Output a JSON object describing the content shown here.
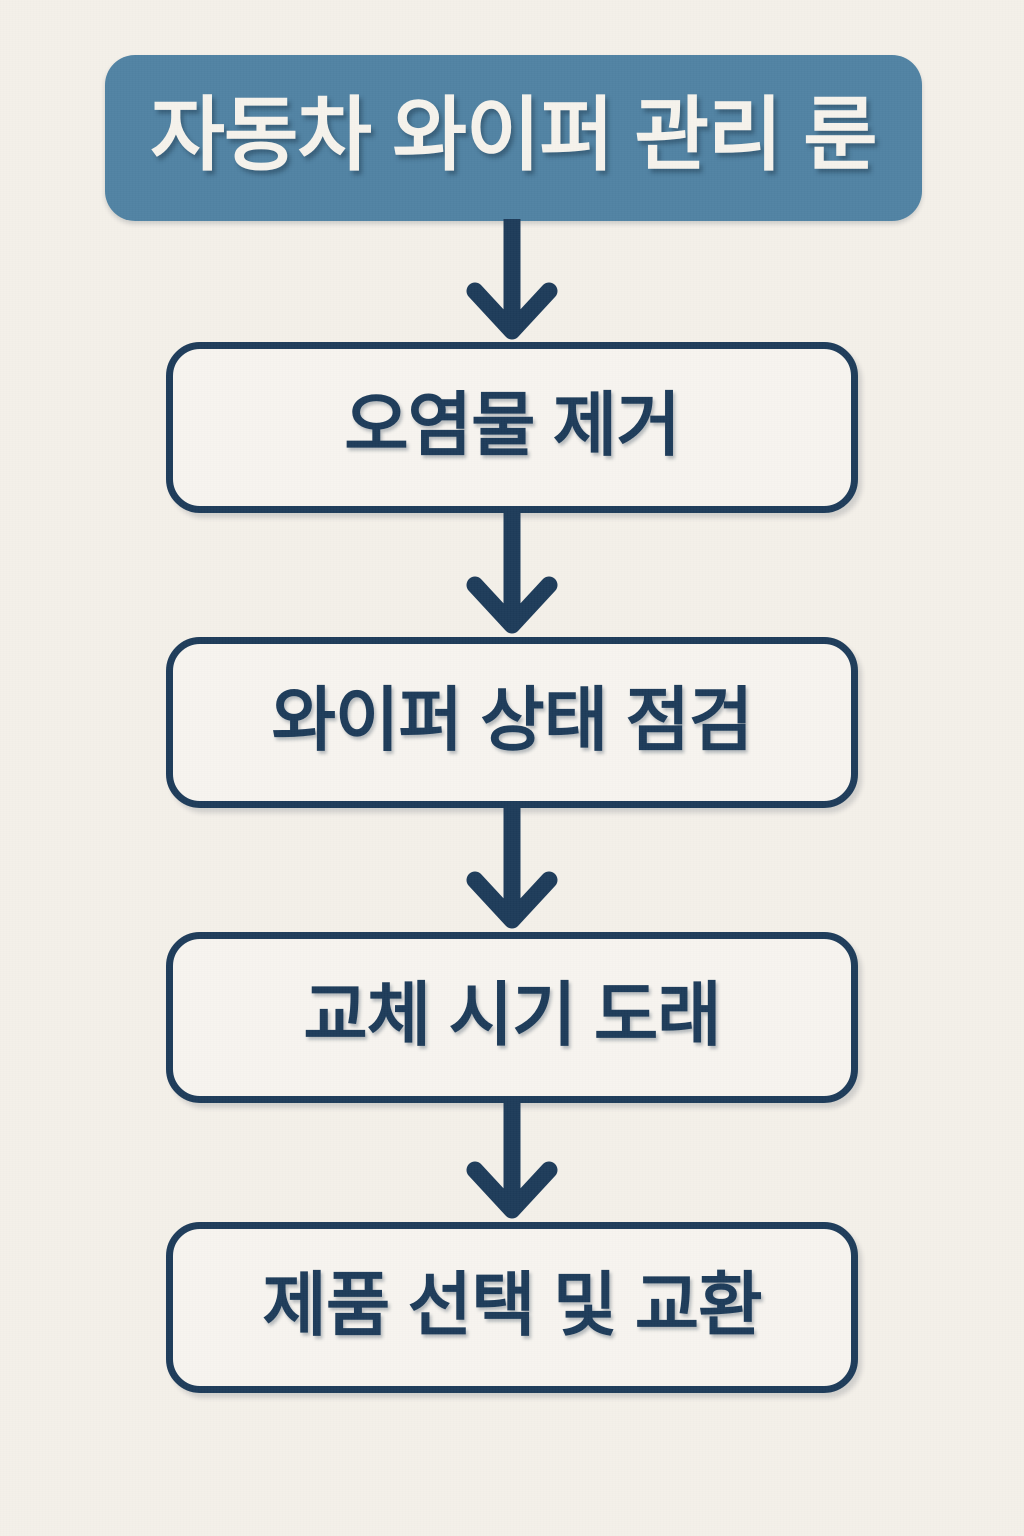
{
  "canvas": {
    "background_color": "#f4f0e9",
    "accent_color": "#5183a3",
    "line_color": "#1e3c5a",
    "box_fill_color": "#f7f4ef",
    "title_text_color": "#f6f3ec"
  },
  "header": {
    "title": "자동차 와이퍼 관리 룬"
  },
  "flow": {
    "steps": [
      {
        "label": "오염물 제거"
      },
      {
        "label": "와이퍼 상태 점검"
      },
      {
        "label": "교체 시기 도래"
      },
      {
        "label": "제품 선택 및 교환"
      }
    ],
    "connectors": [
      {
        "icon": "arrow-down-icon"
      },
      {
        "icon": "arrow-down-icon"
      },
      {
        "icon": "arrow-down-icon"
      },
      {
        "icon": "arrow-down-icon"
      }
    ]
  },
  "chart_data": {
    "type": "diagram",
    "diagram_type": "flowchart",
    "orientation": "vertical",
    "title": "자동차 와이퍼 관리 룬",
    "nodes": [
      {
        "id": "title",
        "label": "자동차 와이퍼 관리 룬",
        "shape": "rounded-banner",
        "fill": "#5183a3",
        "text_color": "#f6f3ec"
      },
      {
        "id": "step1",
        "label": "오염물 제거",
        "shape": "rounded-rect",
        "fill": "#f7f4ef",
        "text_color": "#1e3c5a"
      },
      {
        "id": "step2",
        "label": "와이퍼 상태 점검",
        "shape": "rounded-rect",
        "fill": "#f7f4ef",
        "text_color": "#1e3c5a"
      },
      {
        "id": "step3",
        "label": "교체 시기 도래",
        "shape": "rounded-rect",
        "fill": "#f7f4ef",
        "text_color": "#1e3c5a"
      },
      {
        "id": "step4",
        "label": "제품 선택 및 교환",
        "shape": "rounded-rect",
        "fill": "#f7f4ef",
        "text_color": "#1e3c5a"
      }
    ],
    "edges": [
      {
        "from": "title",
        "to": "step1",
        "style": "solid-arrow-down",
        "label": ""
      },
      {
        "from": "step1",
        "to": "step2",
        "style": "solid-arrow-down",
        "label": ""
      },
      {
        "from": "step2",
        "to": "step3",
        "style": "solid-arrow-down",
        "label": ""
      },
      {
        "from": "step3",
        "to": "step4",
        "style": "solid-arrow-down",
        "label": ""
      }
    ]
  }
}
